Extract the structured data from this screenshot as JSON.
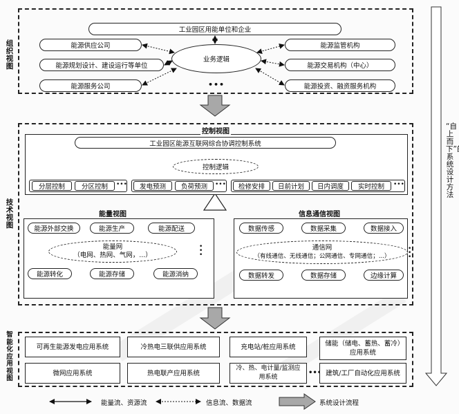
{
  "org": {
    "label": "组织视图",
    "top": "工业园区用能单位和企业",
    "logic": "业务逻辑",
    "left": [
      "能源供应公司",
      "能源规划设计、建设运行等单位",
      "能源服务公司"
    ],
    "right": [
      "能源监管机构",
      "能源交易机构（中心）",
      "能源投资、融资服务机构"
    ]
  },
  "tech": {
    "label": "技术视图",
    "control": {
      "title": "控制视图",
      "system": "工业园区能源互联网综合协调控制系统",
      "logic": "控制逻辑",
      "groups": [
        [
          "分层控制",
          "分区控制"
        ],
        [
          "发电预测",
          "负荷预测"
        ],
        [
          "检修安排",
          "日前计划",
          "日内调度",
          "实时控制"
        ]
      ]
    },
    "energy": {
      "title": "能量视图",
      "center_title": "能量网",
      "center_sub": "（电网、热网、气网，...）",
      "top": [
        "能源外部交换",
        "能源生产",
        "能源配送"
      ],
      "bottom": [
        "能源转化",
        "能源存储",
        "能源消纳"
      ]
    },
    "info": {
      "title": "信息通信视图",
      "center_title": "通信网",
      "center_sub": "（有线通信、无线通信；公网通信、专网通信；...）",
      "top": [
        "数据传感",
        "数据采集",
        "数据接入"
      ],
      "bottom": [
        "数据转发",
        "数据存储",
        "边缘计算"
      ]
    }
  },
  "app": {
    "label": "智能化应用视图",
    "row1": [
      "可再生能源发电应用系统",
      "冷热电三联供应用系统",
      "充电站/桩应用系统",
      "储能（储电、蓄热、蓄冷）应用系统"
    ],
    "row2": [
      "微网应用系统",
      "热电联产应用系统",
      "冷、热、电计量/监测应用系统",
      "建筑/工厂自动化应用系统"
    ]
  },
  "side_label": "“自上而下”的系统设计方法",
  "ellipsis": "•••",
  "legend": {
    "solid": "能量流、资源流",
    "dotted": "信息流、数据流",
    "big": "系统设计流程"
  }
}
